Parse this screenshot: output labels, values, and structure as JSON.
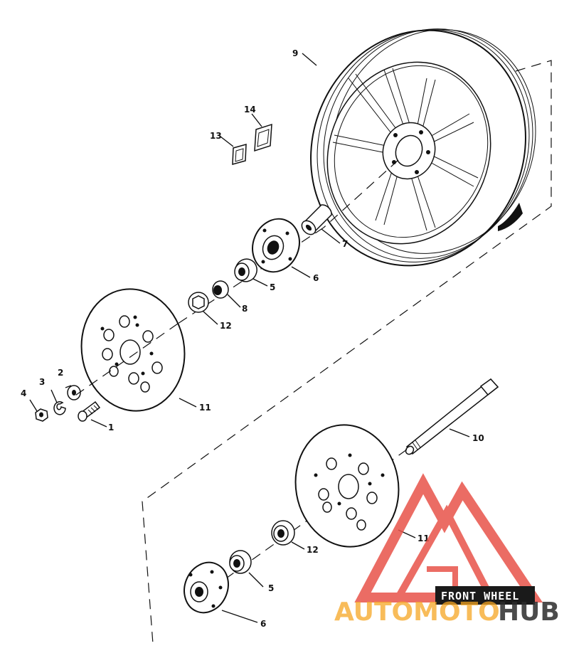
{
  "callouts": {
    "c1": "1",
    "c2": "2",
    "c3": "3",
    "c4": "4",
    "c5a": "5",
    "c5b": "5",
    "c6a": "6",
    "c6b": "6",
    "c7": "7",
    "c8": "8",
    "c9": "9",
    "c10": "10",
    "c11a": "11",
    "c11b": "11",
    "c12a": "12",
    "c12b": "12",
    "c13": "13",
    "c14": "14"
  },
  "caption": "FRONT WHEEL",
  "watermark": {
    "part1": "AUTOMOTO",
    "part2": "HUB",
    "colors": {
      "brand_red": "#e8534a",
      "brand_orange": "#f5a623",
      "brand_dark": "#2b2b2b",
      "banner_bg": "#1a1a1a"
    }
  }
}
